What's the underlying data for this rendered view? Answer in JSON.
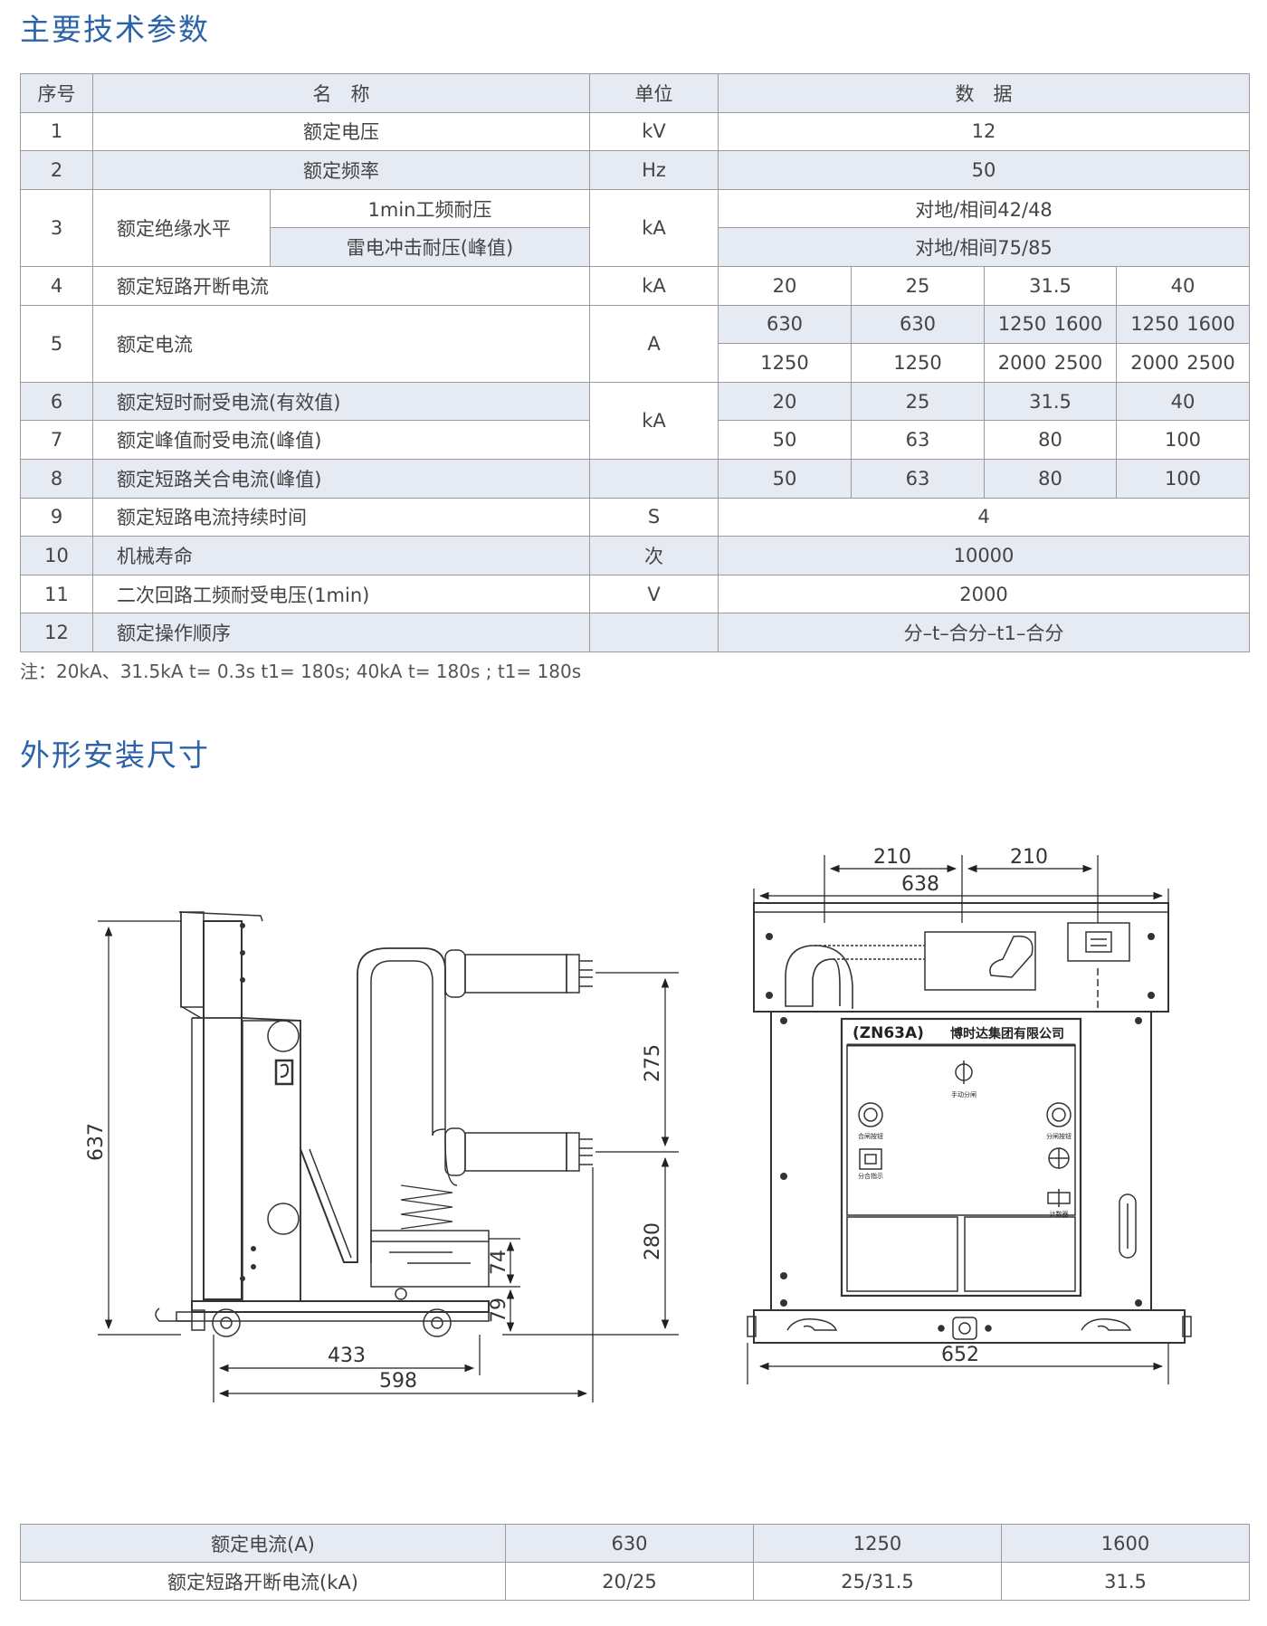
{
  "params_title": "主要技术参数",
  "table_header": {
    "no": "序号",
    "name": "名　称",
    "unit": "单位",
    "data": "数　据"
  },
  "rows": {
    "r1": {
      "no": "1",
      "name": "额定电压",
      "unit": "kV",
      "value": "12"
    },
    "r2": {
      "no": "2",
      "name": "额定频率",
      "unit": "Hz",
      "value": "50"
    },
    "r3": {
      "no": "3",
      "name": "额定绝缘水平",
      "sub1": "1min工频耐压",
      "sub2": "雷电冲击耐压(峰值)",
      "unit": "kA",
      "value1": "对地/相间42/48",
      "value2": "对地/相间75/85"
    },
    "r4": {
      "no": "4",
      "name": "额定短路开断电流",
      "unit": "kA",
      "values": [
        "20",
        "25",
        "31.5",
        "40"
      ]
    },
    "r5": {
      "no": "5",
      "name": "额定电流",
      "unit": "A",
      "line1": [
        "630",
        "630",
        "1250",
        "1600",
        "1250",
        "1600"
      ],
      "line2": [
        "1250",
        "1250",
        "2000",
        "2500",
        "2000",
        "2500"
      ]
    },
    "r6": {
      "no": "6",
      "name": "额定短时耐受电流(有效值)",
      "values": [
        "20",
        "25",
        "31.5",
        "40"
      ]
    },
    "r67_unit": "kA",
    "r7": {
      "no": "7",
      "name": "额定峰值耐受电流(峰值)",
      "values": [
        "50",
        "63",
        "80",
        "100"
      ]
    },
    "r8": {
      "no": "8",
      "name": "额定短路关合电流(峰值)",
      "values": [
        "50",
        "63",
        "80",
        "100"
      ]
    },
    "r9": {
      "no": "9",
      "name": "额定短路电流持续时间",
      "unit": "S",
      "value": "4"
    },
    "r10": {
      "no": "10",
      "name": "机械寿命",
      "unit": "次",
      "value": "10000"
    },
    "r11": {
      "no": "11",
      "name": "二次回路工频耐受电压(1min)",
      "unit": "V",
      "value": "2000"
    },
    "r12": {
      "no": "12",
      "name": "额定操作顺序",
      "value": "分–t–合分–t1–合分"
    }
  },
  "note": "注：20kA、31.5kA  t= 0.3s t1= 180s; 40kA t= 180s ; t1= 180s",
  "dims_title": "外形安装尺寸",
  "drawing": {
    "side": {
      "d637": "637",
      "d275": "275",
      "d280": "280",
      "d74": "74",
      "d79": "79",
      "d433": "433",
      "d598": "598"
    },
    "front": {
      "d210a": "210",
      "d210b": "210",
      "d638": "638",
      "d652": "652",
      "model": "(ZN63A)",
      "maker": "博时达集团有限公司",
      "lbl_manual": "手动分闸",
      "lbl_close": "合闸按钮",
      "lbl_open": "分闸按钮",
      "lbl_ind": "分合指示",
      "lbl_counter": "计数器"
    }
  },
  "bottom": {
    "row1_label": "额定电流(A)",
    "row1": [
      "630",
      "1250",
      "1600"
    ],
    "row2_label": "额定短路开断电流(kA)",
    "row2": [
      "20/25",
      "25/31.5",
      "31.5"
    ]
  }
}
